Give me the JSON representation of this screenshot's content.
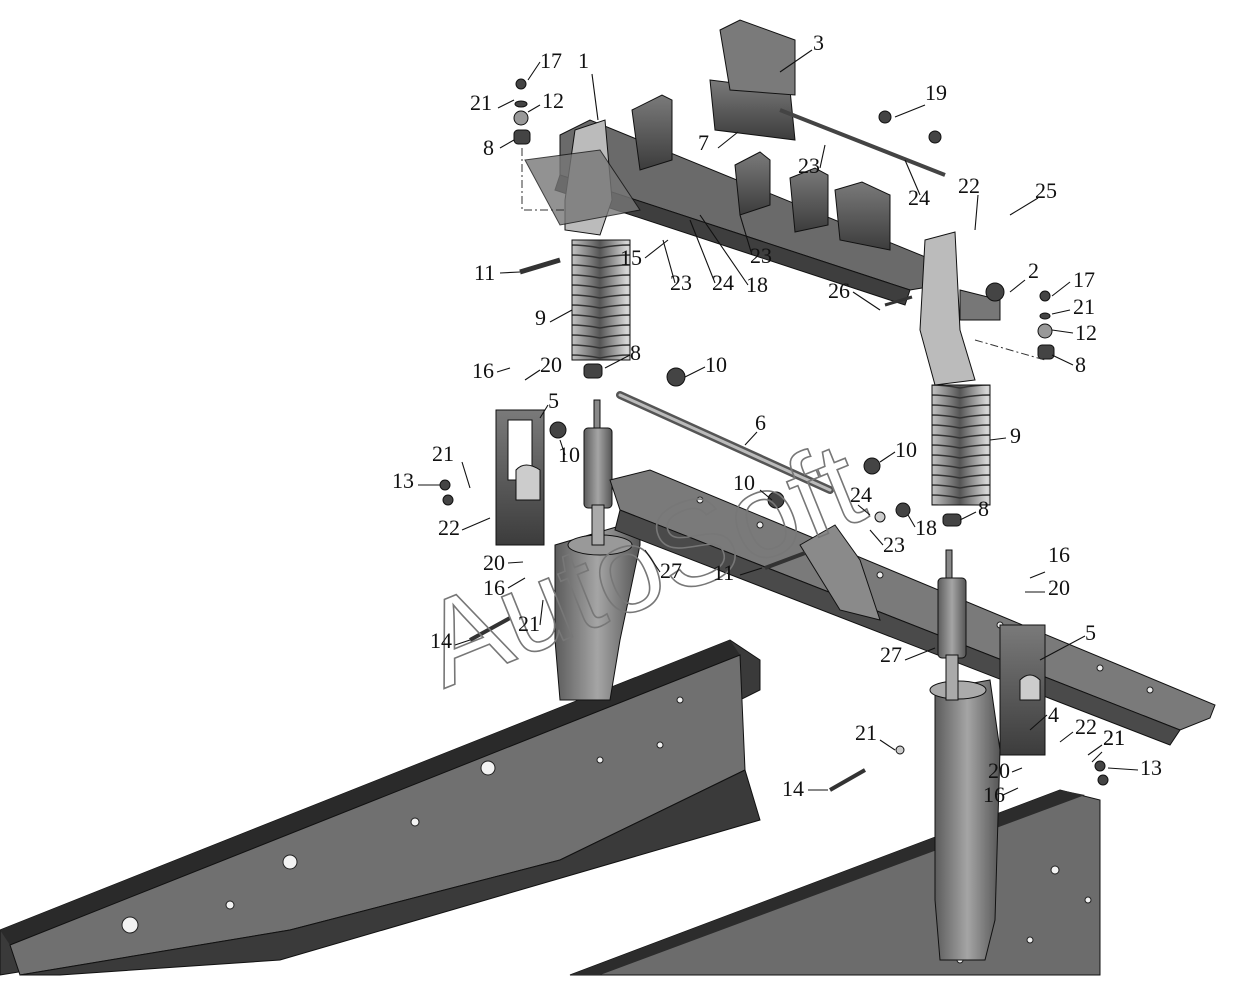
{
  "diagram": {
    "watermark": "AutoSoft",
    "callouts": [
      "1",
      "2",
      "3",
      "4",
      "5",
      "5",
      "6",
      "7",
      "8",
      "8",
      "8",
      "8",
      "9",
      "9",
      "10",
      "10",
      "10",
      "10",
      "11",
      "11",
      "12",
      "12",
      "13",
      "13",
      "14",
      "14",
      "15",
      "16",
      "16",
      "16",
      "16",
      "17",
      "17",
      "18",
      "18",
      "19",
      "20",
      "20",
      "20",
      "20",
      "21",
      "21",
      "21",
      "21",
      "21",
      "21",
      "21",
      "22",
      "22",
      "22",
      "23",
      "23",
      "23",
      "23",
      "24",
      "24",
      "24",
      "25",
      "26",
      "27",
      "27"
    ]
  },
  "colors": {
    "metal_dark": "#4a4a4a",
    "metal_mid": "#6e6e6e",
    "metal_light": "#9a9a9a",
    "outline": "#111111"
  }
}
